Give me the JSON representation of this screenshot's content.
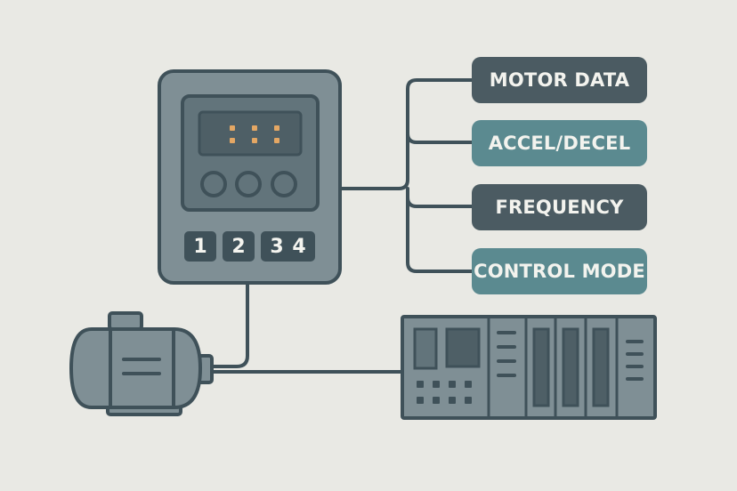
{
  "parameters": [
    {
      "label": "MOTOR DATA",
      "tone": "dark"
    },
    {
      "label": "ACCEL/DECEL",
      "tone": "teal"
    },
    {
      "label": "FREQUENCY",
      "tone": "dark"
    },
    {
      "label": "CONTROL MODE",
      "tone": "teal"
    }
  ],
  "drive": {
    "keys": [
      "1",
      "2",
      "3 4"
    ]
  },
  "colors": {
    "background": "#e9e9e4",
    "outline": "#3f5159",
    "body": "#7f8f95",
    "panel": "#62747b",
    "display": "#4e5f66",
    "indicator": "#e4a764",
    "label_dark": "#4b5b62",
    "label_teal": "#5b8a90"
  }
}
